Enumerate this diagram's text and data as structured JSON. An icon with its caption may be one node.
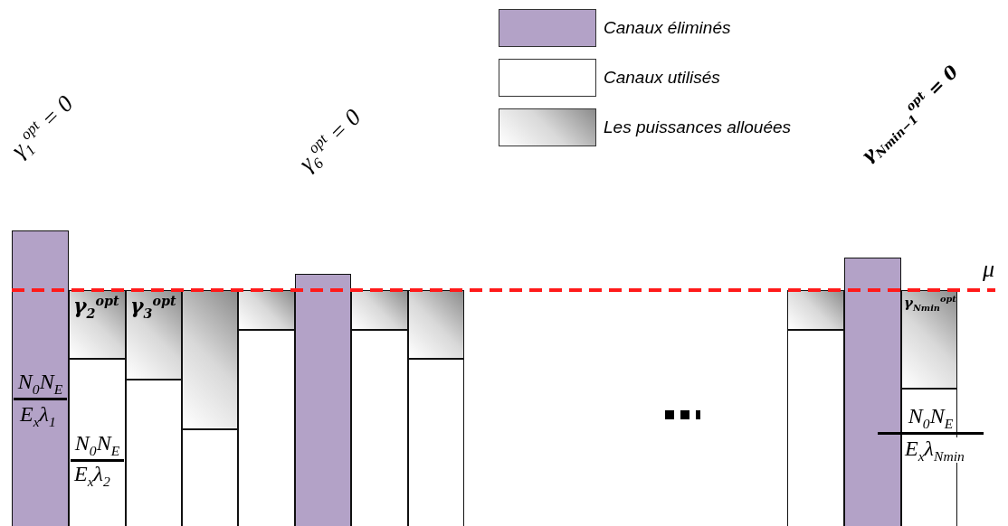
{
  "diagram": {
    "nodes": [
      {
        "text": [],
        "shape": "bar"
      },
      {
        "text": [
          "γ$_{2}$$^{opt}$"
        ]
      },
      {
        "text": [],
        "shape": "bar"
      },
      {
        "text": [
          "γ$_{3}$$^{opt}$"
        ]
      },
      {
        "text": [],
        "shape": "bar"
      },
      {
        "text": [],
        "shape": "box"
      },
      {
        "text": [],
        "shape": "bar"
      },
      {
        "text": [],
        "shape": "box"
      },
      {
        "text": [],
        "shape": "bar"
      },
      {
        "text": [],
        "shape": "bar"
      },
      {
        "text": [],
        "shape": "box"
      },
      {
        "text": [],
        "shape": "bar"
      },
      {
        "text": [],
        "shape": "box"
      },
      {
        "text": [],
        "shape": "bar"
      },
      {
        "text": [],
        "shape": "box"
      },
      {
        "text": [],
        "shape": "bar"
      },
      {
        "text": [],
        "shape": "bar"
      },
      {
        "text": [
          "γ$_{Nmin}$$^{opt}$"
        ]
      },
      {
        "text": [],
        "shape": "bar"
      }
    ],
    "labels": [
      "γ$_{1}$$^{opt}$ = 0",
      "γ$_{6}$$^{opt}$ = 0",
      "γ$_{Nmin−1}$$^{opt}$ = 0",
      "μ",
      "N$_{0}$N$_{E}$",
      "E$_{x}$λ$_{1}$",
      "N$_{0}$N$_{E}$",
      "E$_{x}$λ$_{2}$",
      "N$_{0}$N$_{E}$",
      "E$_{x}$λ$_{Nmin}$"
    ],
    "legend": [
      {
        "text": "Canaux éliminés",
        "color": "#b3a2c7"
      },
      {
        "text": "Canaux utilisés",
        "color": "#ffffff"
      },
      {
        "text": "Les puissances allouées"
      }
    ]
  }
}
